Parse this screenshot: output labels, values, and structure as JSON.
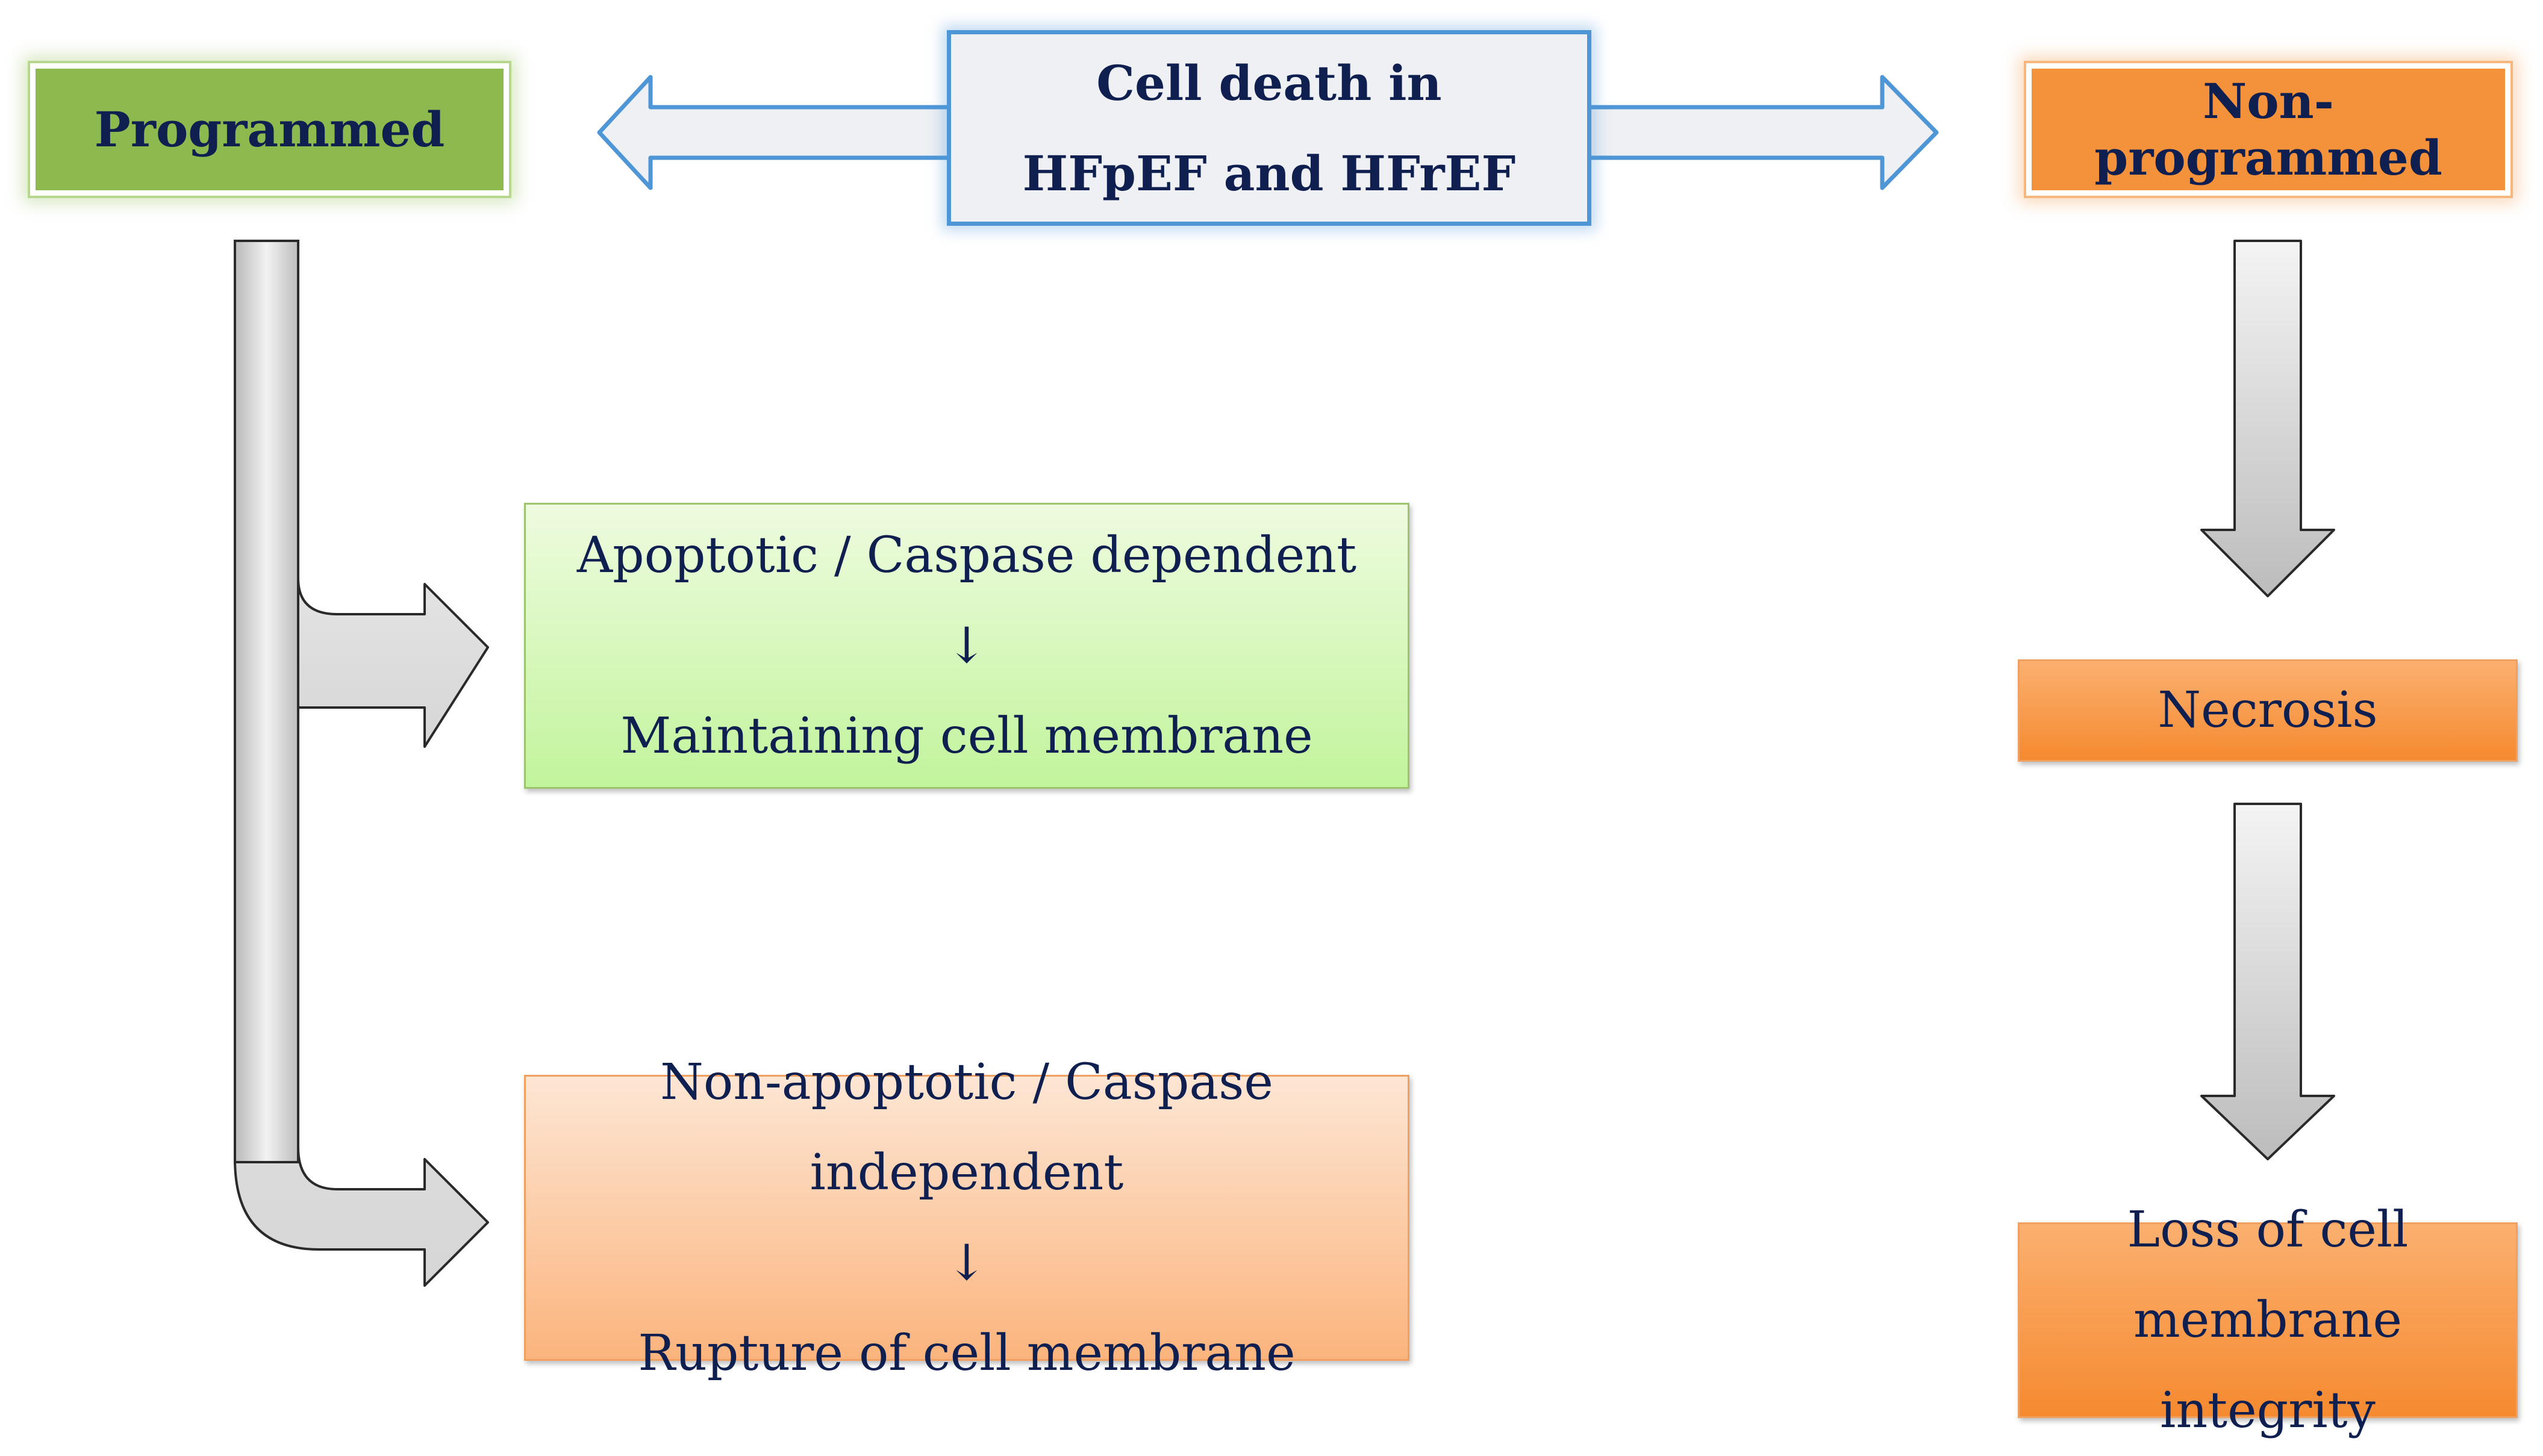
{
  "diagram": {
    "center": {
      "line1": "Cell death in",
      "line2": "HFpEF and HFrEF"
    },
    "left_header": "Programmed",
    "right_header": "Non-programmed",
    "apoptotic": {
      "title": "Apoptotic / Caspase dependent",
      "arrow": "↓",
      "result": "Maintaining cell membrane"
    },
    "non_apoptotic": {
      "title": "Non-apoptotic / Caspase independent",
      "arrow": "↓",
      "result": "Rupture of cell membrane"
    },
    "necrosis": "Necrosis",
    "loss": {
      "line1": "Loss of cell",
      "line2": "membrane integrity"
    },
    "colors": {
      "green": "#8dba4f",
      "orange": "#f4913b",
      "blue_border": "#4e96d6",
      "text": "#0f1f4f"
    }
  }
}
